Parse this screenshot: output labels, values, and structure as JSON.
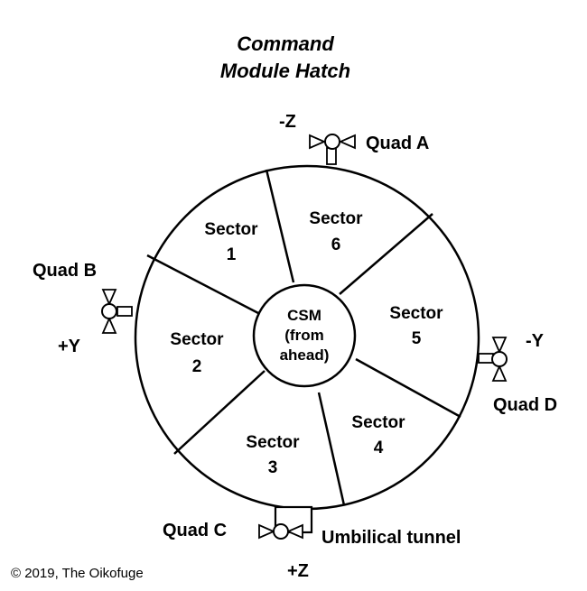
{
  "title": {
    "line1": "Command",
    "line2": "Module Hatch"
  },
  "axes": {
    "minus_z": "-Z",
    "plus_z": "+Z",
    "plus_y": "+Y",
    "minus_y": "-Y"
  },
  "quads": {
    "a": "Quad A",
    "b": "Quad B",
    "c": "Quad C",
    "d": "Quad D"
  },
  "umbilical": "Umbilical tunnel",
  "sectors": [
    {
      "line1": "Sector",
      "line2": "1"
    },
    {
      "line1": "Sector",
      "line2": "2"
    },
    {
      "line1": "Sector",
      "line2": "3"
    },
    {
      "line1": "Sector",
      "line2": "4"
    },
    {
      "line1": "Sector",
      "line2": "5"
    },
    {
      "line1": "Sector",
      "line2": "6"
    }
  ],
  "center": {
    "line1": "CSM",
    "line2": "(from",
    "line3": "ahead)"
  },
  "copyright": "© 2019, The Oikofuge"
}
